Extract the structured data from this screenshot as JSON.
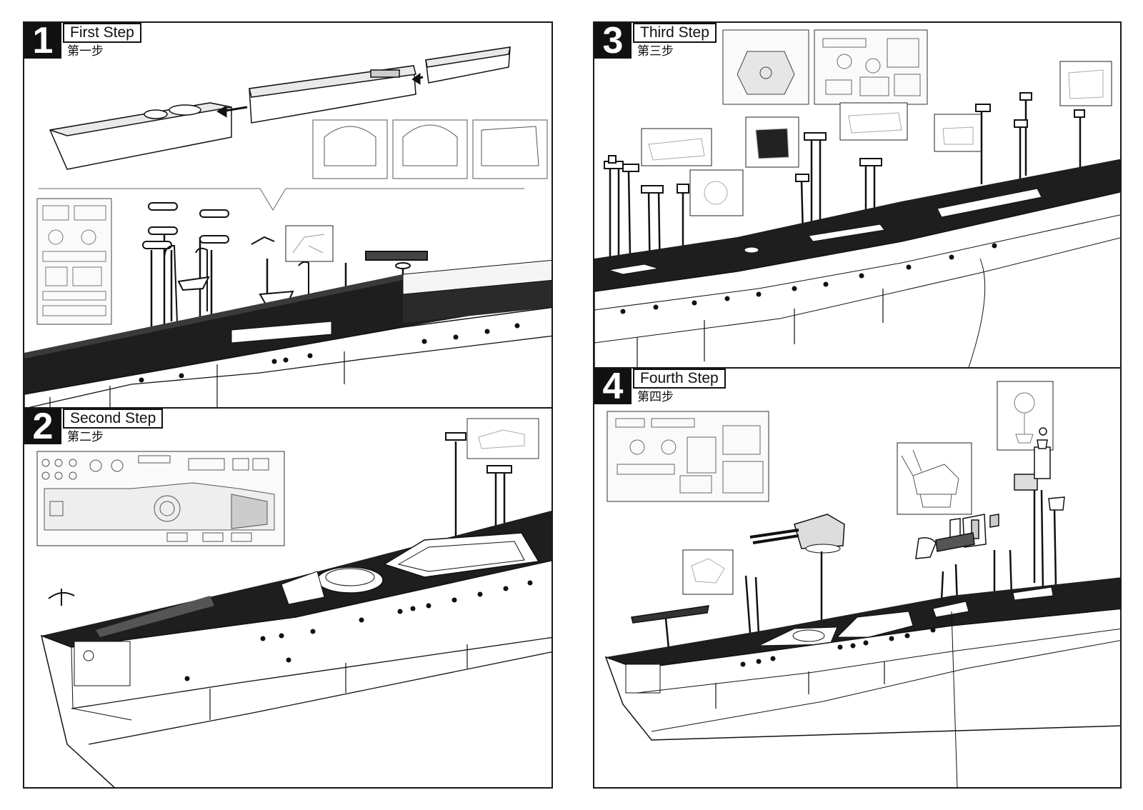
{
  "steps": [
    {
      "number": "1",
      "title": "First Step",
      "subtitle": "第一步"
    },
    {
      "number": "2",
      "title": "Second Step",
      "subtitle": "第二步"
    },
    {
      "number": "3",
      "title": "Third Step",
      "subtitle": "第三步"
    },
    {
      "number": "4",
      "title": "Fourth Step",
      "subtitle": "第四步"
    }
  ],
  "colors": {
    "deck": "#1e1e1e",
    "line": "#111111",
    "background": "#ffffff"
  },
  "icons": [
    "ship-hull-drawing",
    "deck-planking",
    "photo-etch-sheet",
    "part-detail-callout",
    "anchor",
    "gun-turret",
    "ventilator",
    "crane"
  ]
}
